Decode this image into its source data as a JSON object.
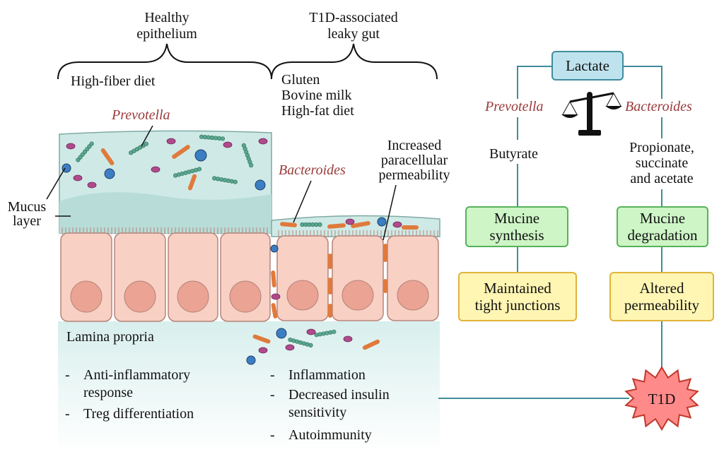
{
  "left_panel": {
    "header_healthy_line1": "Healthy",
    "header_healthy_line2": "epithelium",
    "header_leaky_line1": "T1D-associated",
    "header_leaky_line2": "leaky gut",
    "healthy_diet": "High-fiber diet",
    "leaky_diet": [
      "Gluten",
      "Bovine milk",
      "High-fat diet"
    ],
    "prevotella_label": "Prevotella",
    "bacteroides_label": "Bacteroides",
    "mucus_line1": "Mucus",
    "mucus_line2": "layer",
    "permeability_line1": "Increased",
    "permeability_line2": "paracellular",
    "permeability_line3": "permeability",
    "lamina_propria": "Lamina propria",
    "healthy_effects": [
      {
        "dash": "-",
        "line1": "Anti-inflammatory",
        "line2": "response"
      },
      {
        "dash": "-",
        "line1": "Treg differentiation"
      }
    ],
    "leaky_effects": [
      {
        "dash": "-",
        "line1": "Inflammation"
      },
      {
        "dash": "-",
        "line1": "Decreased insulin",
        "line2": "sensitivity"
      },
      {
        "dash": "-",
        "line1": "Autoimmunity"
      }
    ]
  },
  "right_panel": {
    "lactate": "Lactate",
    "prevotella": "Prevotella",
    "bacteroides": "Bacteroides",
    "butyrate": "Butyrate",
    "propionate_line1": "Propionate,",
    "propionate_line2": "succinate",
    "propionate_line3": "and acetate",
    "mucine_synthesis_line1": "Mucine",
    "mucine_synthesis_line2": "synthesis",
    "mucine_degradation_line1": "Mucine",
    "mucine_degradation_line2": "degradation",
    "tight_line1": "Maintained",
    "tight_line2": "tight junctions",
    "altered_line1": "Altered",
    "altered_line2": "permeability",
    "t1d": "T1D"
  },
  "colors": {
    "mucus": "#cfeae6",
    "mucus_dark": "#b8ddd8",
    "cell_fill": "#f8d0c4",
    "cell_stroke": "#b5847a",
    "nucleus": "#eba394",
    "lamina": "#e6f4f3",
    "connector": "#3f8d9c",
    "star_fill": "#ff8a8a",
    "star_stroke": "#c0392b",
    "bacteria_green": "#5aa88f",
    "bacteria_orange": "#e07a3c",
    "bacteria_blue": "#3c7ec4",
    "bacteria_purple": "#b04a8c",
    "italic_red": "#9b3b3b"
  }
}
